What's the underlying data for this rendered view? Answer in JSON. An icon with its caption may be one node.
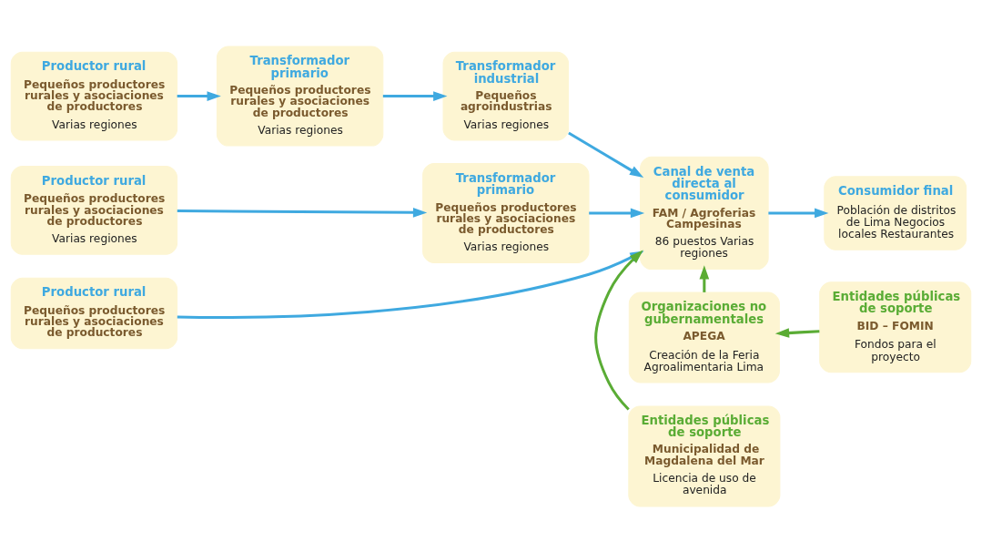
{
  "diagram": {
    "nodes": [
      {
        "text": [
          "Productor rural",
          "Pequeños productores rurales y asociaciones de productores",
          "Varias regiones"
        ]
      },
      {
        "text": [
          "Transformador primario",
          "Pequeños productores rurales y asociaciones de productores",
          "Varias regiones"
        ]
      },
      {
        "text": [
          "Transformador industrial",
          "Pequeños agroindustrias",
          "Varias regiones"
        ]
      },
      {
        "text": [
          "Organizaciones no gubernamentales",
          "APEGA",
          "Creación de la Feria Agroalimentaria Lima"
        ]
      },
      {
        "text": [
          "Entidades públicas de soporte",
          "BID – FOMIN",
          "Fondos para el proyecto"
        ]
      },
      {
        "text": [
          "Productor rural",
          "Pequeños productores rurales y asociaciones de productores",
          "Varias regiones"
        ]
      },
      {
        "text": [
          "Transformador primario",
          "Pequeños productores rurales y asociaciones de productores",
          "Varias regiones"
        ]
      },
      {
        "text": [
          "Canal de venta directa al consumidor",
          "FAM / Agroferias Campesinas",
          "86 puestos Varias regiones"
        ]
      },
      {
        "text": [
          "Consumidor final",
          "Población de distritos de Lima Negocios locales Restaurantes"
        ]
      },
      {
        "text": [
          "Productor rural",
          "Pequeños productores rurales y asociaciones de productores"
        ]
      },
      {
        "text": [
          "Entidades públicas de soporte",
          "Municipalidad de Magdalena del Mar",
          "Licencia de uso de avenida"
        ]
      }
    ],
    "edges": [
      {
        "from": 0,
        "to": 1,
        "arrow": "to"
      },
      {
        "from": 1,
        "to": 2,
        "arrow": "to"
      },
      {
        "from": 2,
        "to": 7,
        "arrow": "to"
      },
      {
        "from": 4,
        "to": 3,
        "arrow": "to",
        "color": "#5aac35"
      },
      {
        "from": 3,
        "to": 7,
        "arrow": "to",
        "color": "#5aac35"
      },
      {
        "from": 5,
        "to": 6,
        "arrow": "to"
      },
      {
        "from": 6,
        "to": 7,
        "arrow": "to"
      },
      {
        "from": 9,
        "to": 7,
        "arrow": "to"
      },
      {
        "from": 7,
        "to": 8,
        "arrow": "to"
      },
      {
        "from": 10,
        "to": 7,
        "arrow": "to",
        "color": "#5aac35"
      }
    ]
  }
}
